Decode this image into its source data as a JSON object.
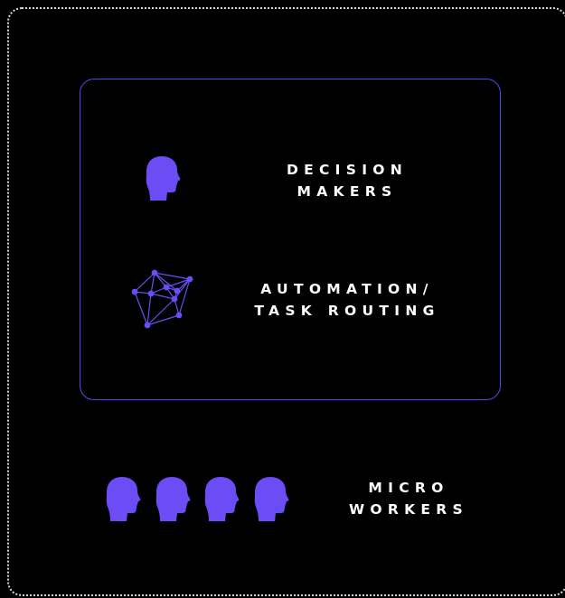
{
  "colors": {
    "accent": "#6c4cf5",
    "box_border": "#5b45e8",
    "frame_border": "#d8d8d8",
    "background": "#000000",
    "text": "#ffffff"
  },
  "icons": {
    "decision_makers": "head-profile-icon",
    "automation": "network-graph-icon",
    "micro_workers": "head-profile-icon"
  },
  "nodes": {
    "decision_makers": {
      "line1": "DECISION",
      "line2": "MAKERS"
    },
    "automation": {
      "line1": "AUTOMATION/",
      "line2": "TASK ROUTING"
    },
    "micro_workers": {
      "line1": "MICRO",
      "line2": "WORKERS"
    }
  }
}
